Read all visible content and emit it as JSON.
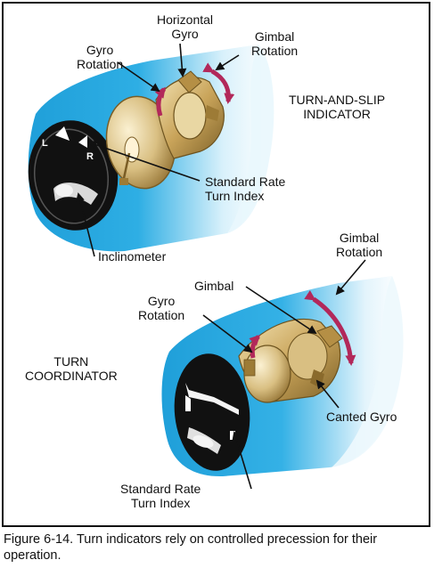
{
  "figure": {
    "caption": "Figure 6-14. Turn indicators rely on controlled precession for their operation."
  },
  "labels": {
    "horizontal_gyro": [
      "Horizontal",
      "Gyro"
    ],
    "gyro_rotation_top": [
      "Gyro",
      "Rotation"
    ],
    "gimbal_rotation_top": [
      "Gimbal",
      "Rotation"
    ],
    "turn_and_slip_indicator": [
      "TURN-AND-SLIP",
      "INDICATOR"
    ],
    "standard_rate_turn_index_top": [
      "Standard Rate",
      "Turn Index"
    ],
    "inclinometer": "Inclinometer",
    "gimbal_rotation_bottom": [
      "Gimbal",
      "Rotation"
    ],
    "gimbal": "Gimbal",
    "gyro_rotation_bottom": [
      "Gyro",
      "Rotation"
    ],
    "turn_coordinator": [
      "TURN",
      "COORDINATOR"
    ],
    "canted_gyro": "Canted Gyro",
    "standard_rate_turn_index_bottom": [
      "Standard Rate",
      "Turn Index"
    ],
    "dial_left": "L",
    "dial_right": "R"
  },
  "colors": {
    "housing_blue": "#27a9e0",
    "housing_highlight": "#e8f6fd",
    "gimbal_gold": "#c9a45a",
    "arrow_magenta": "#b2285a",
    "dial_black": "#111111"
  }
}
